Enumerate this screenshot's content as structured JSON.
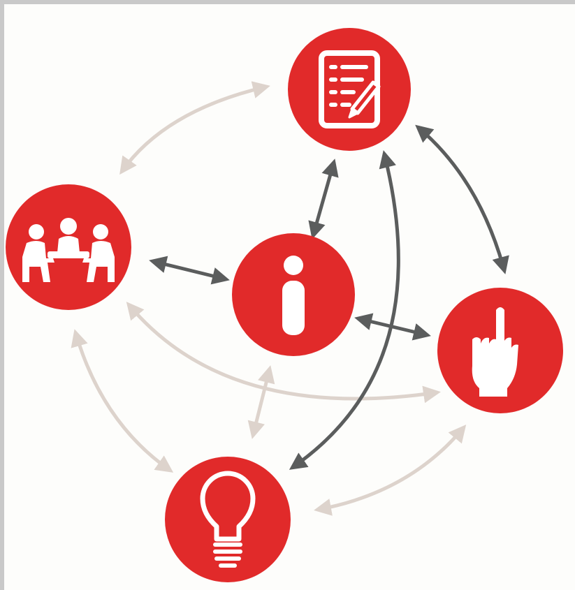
{
  "diagram": {
    "nodes": [
      {
        "id": "checklist",
        "icon": "checklist-icon"
      },
      {
        "id": "meeting",
        "icon": "meeting-icon"
      },
      {
        "id": "info",
        "icon": "info-icon"
      },
      {
        "id": "pointer",
        "icon": "pointing-hand-icon"
      },
      {
        "id": "idea",
        "icon": "lightbulb-icon"
      }
    ],
    "connections": [
      {
        "from": "info",
        "to": "checklist",
        "style": "dark"
      },
      {
        "from": "meeting",
        "to": "info",
        "style": "dark"
      },
      {
        "from": "info",
        "to": "pointer",
        "style": "dark"
      },
      {
        "from": "checklist",
        "to": "pointer",
        "style": "dark"
      },
      {
        "from": "checklist",
        "to": "idea",
        "style": "dark"
      },
      {
        "from": "meeting",
        "to": "checklist",
        "style": "light"
      },
      {
        "from": "meeting",
        "to": "idea",
        "style": "light"
      },
      {
        "from": "meeting",
        "to": "pointer",
        "style": "light"
      },
      {
        "from": "info",
        "to": "idea",
        "style": "light"
      },
      {
        "from": "idea",
        "to": "pointer",
        "style": "light"
      }
    ],
    "colors": {
      "node_fill": "#e12a2a",
      "icon": "#ffffff",
      "arrow_dark": "#5b5d5d",
      "arrow_light": "#ddd3cc"
    }
  }
}
